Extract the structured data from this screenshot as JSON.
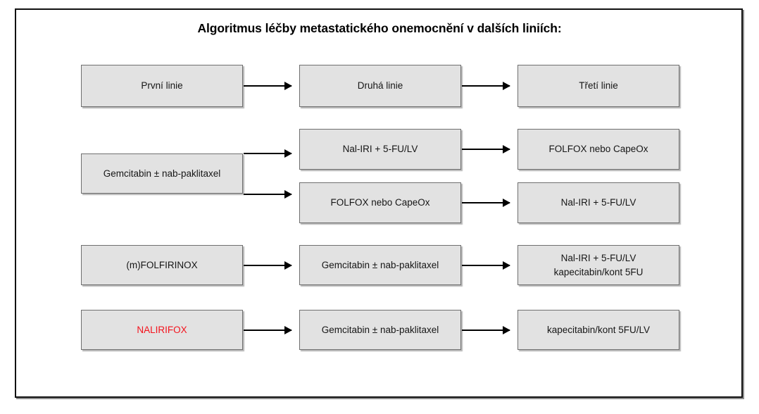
{
  "title": "Algoritmus léčby metastatického onemocnění v dalších liniích:",
  "colors": {
    "frame": "#111111",
    "node_fill": "#e2e2e2",
    "node_border": "#6f6f6f",
    "text": "#161616",
    "accent": "#f4121c",
    "arrow": "#000000",
    "background": "#ffffff"
  },
  "columns": [
    {
      "header": "První linie"
    },
    {
      "header": "Druhá linie"
    },
    {
      "header": "Třetí linie"
    }
  ],
  "rows": [
    {
      "id": "row-headers",
      "nodes": [
        {
          "id": "col1-header",
          "lines": [
            "První linie"
          ],
          "accent": false
        },
        {
          "id": "col2-header",
          "lines": [
            "Druhá linie"
          ],
          "accent": false
        },
        {
          "id": "col3-header",
          "lines": [
            "Třetí linie"
          ],
          "accent": false
        }
      ]
    },
    {
      "id": "row-gemcitabin-branch",
      "nodes": [
        {
          "id": "r2-first-line",
          "lines": [
            "Gemcitabin ± nab-paklitaxel"
          ],
          "accent": false
        },
        {
          "id": "r2-second-line-a",
          "lines": [
            "Nal-IRI + 5-FU/LV"
          ],
          "accent": false
        },
        {
          "id": "r2-third-line-a",
          "lines": [
            "FOLFOX nebo CapeOx"
          ],
          "accent": false
        },
        {
          "id": "r2-second-line-b",
          "lines": [
            "FOLFOX nebo CapeOx"
          ],
          "accent": false
        },
        {
          "id": "r2-third-line-b",
          "lines": [
            "Nal-IRI + 5-FU/LV"
          ],
          "accent": false
        }
      ]
    },
    {
      "id": "row-folfirinox",
      "nodes": [
        {
          "id": "r3-first-line",
          "lines": [
            "(m)FOLFIRINOX"
          ],
          "accent": false
        },
        {
          "id": "r3-second-line",
          "lines": [
            "Gemcitabin ± nab-paklitaxel"
          ],
          "accent": false
        },
        {
          "id": "r3-third-line",
          "lines": [
            "Nal-IRI + 5-FU/LV",
            "kapecitabin/kont 5FU"
          ],
          "accent": false
        }
      ]
    },
    {
      "id": "row-nalirifox",
      "nodes": [
        {
          "id": "r4-first-line",
          "lines": [
            "NALIRIFOX"
          ],
          "accent": true
        },
        {
          "id": "r4-second-line",
          "lines": [
            "Gemcitabin ± nab-paklitaxel"
          ],
          "accent": false
        },
        {
          "id": "r4-third-line",
          "lines": [
            "kapecitabin/kont 5FU/LV"
          ],
          "accent": false
        }
      ]
    }
  ],
  "arrows": [
    {
      "id": "arrow-r1-c1-c2"
    },
    {
      "id": "arrow-r1-c2-c3"
    },
    {
      "id": "arrow-r2-c1-c2a"
    },
    {
      "id": "arrow-r2-c1-c2b"
    },
    {
      "id": "arrow-r2-c2a-c3a"
    },
    {
      "id": "arrow-r2-c2b-c3b"
    },
    {
      "id": "arrow-r3-c1-c2"
    },
    {
      "id": "arrow-r3-c2-c3"
    },
    {
      "id": "arrow-r4-c1-c2"
    },
    {
      "id": "arrow-r4-c2-c3"
    }
  ]
}
